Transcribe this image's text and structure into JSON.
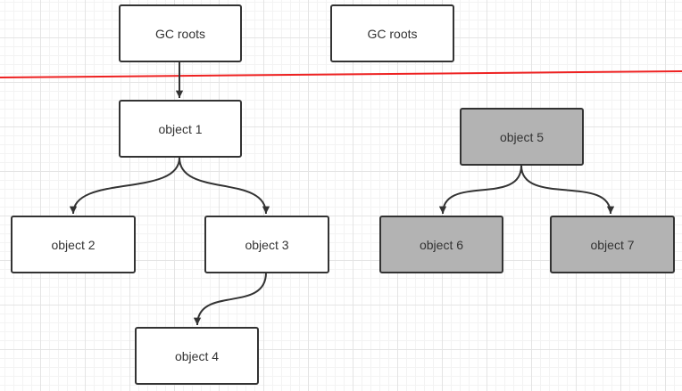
{
  "colors": {
    "edge": "#333333",
    "boundary": "#ee2222",
    "unreachable_fill": "#b3b3b3",
    "reachable_fill": "#ffffff"
  },
  "nodes": {
    "gc_roots_left": "GC roots",
    "gc_roots_right": "GC roots",
    "object1": "object 1",
    "object2": "object 2",
    "object3": "object 3",
    "object4": "object 4",
    "object5": "object 5",
    "object6": "object 6",
    "object7": "object 7"
  }
}
